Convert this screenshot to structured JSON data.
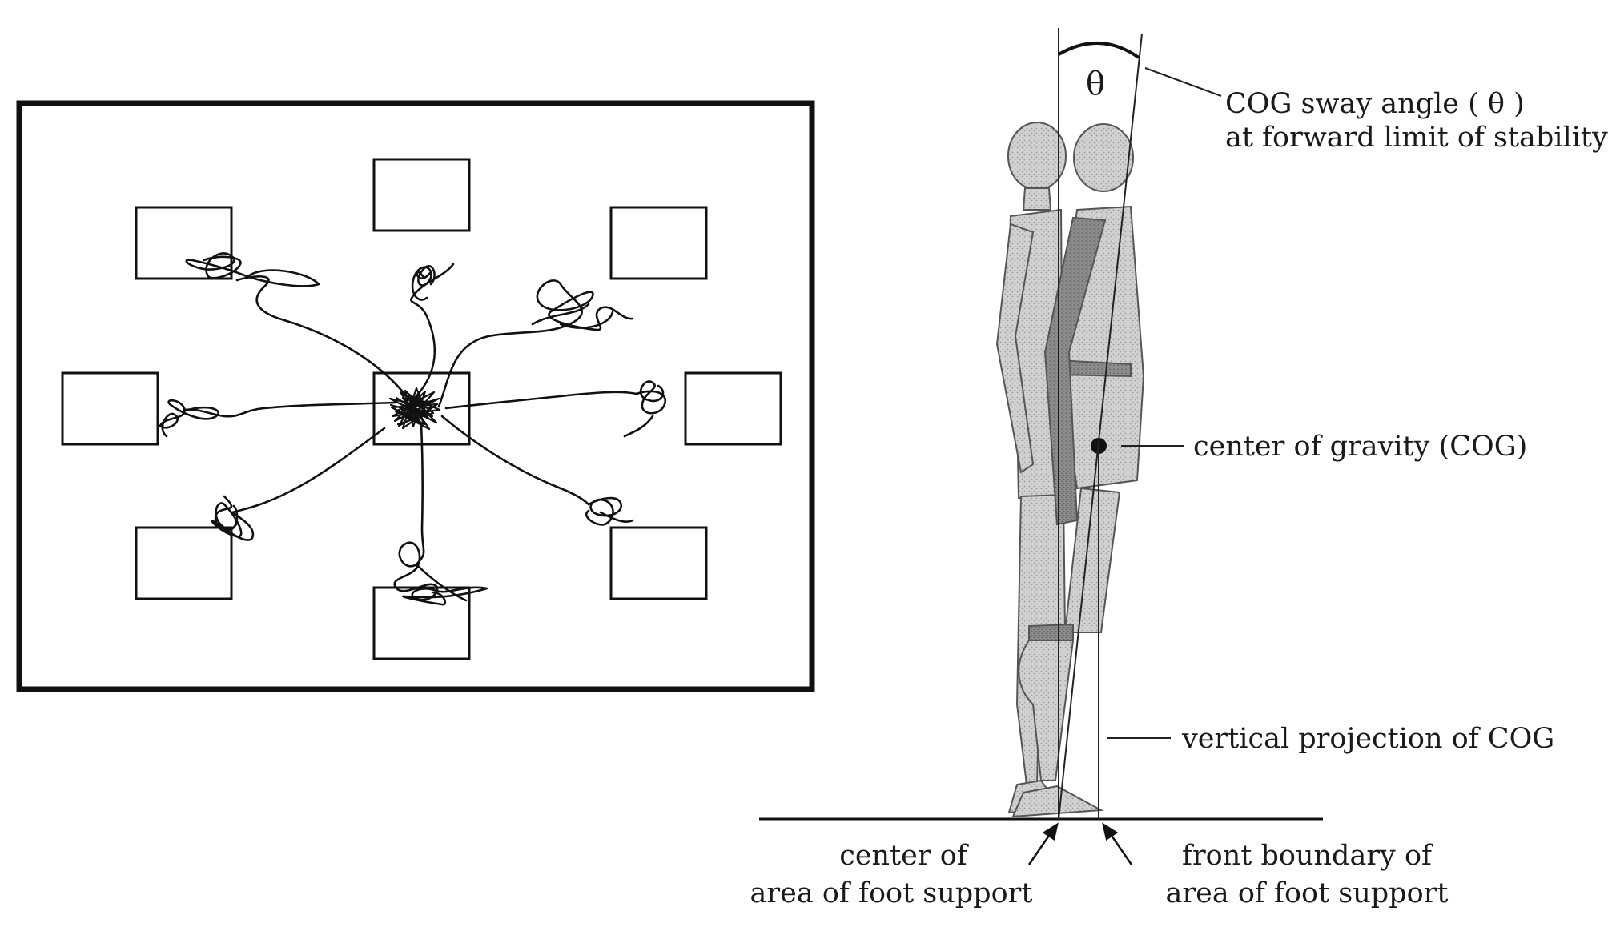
{
  "colors": {
    "ink": "#111111",
    "figure_light": "#cfcfcf",
    "figure_dark": "#8f8f8f",
    "background": "#ffffff"
  },
  "los_test": {
    "targets": [
      "top",
      "top-right",
      "right",
      "bottom-right",
      "bottom",
      "bottom-left",
      "left",
      "top-left"
    ],
    "center_target": "center"
  },
  "diagram": {
    "theta_symbol": "θ",
    "labels": {
      "sway_angle_line1": "COG sway angle ( θ )",
      "sway_angle_line2": "at forward limit of stability",
      "cog": "center of gravity (COG)",
      "vertical_projection": "vertical projection of COG",
      "center_support_line1": "center of",
      "center_support_line2": "area of foot support",
      "front_boundary_line1": "front boundary of",
      "front_boundary_line2": "area of foot support"
    }
  }
}
